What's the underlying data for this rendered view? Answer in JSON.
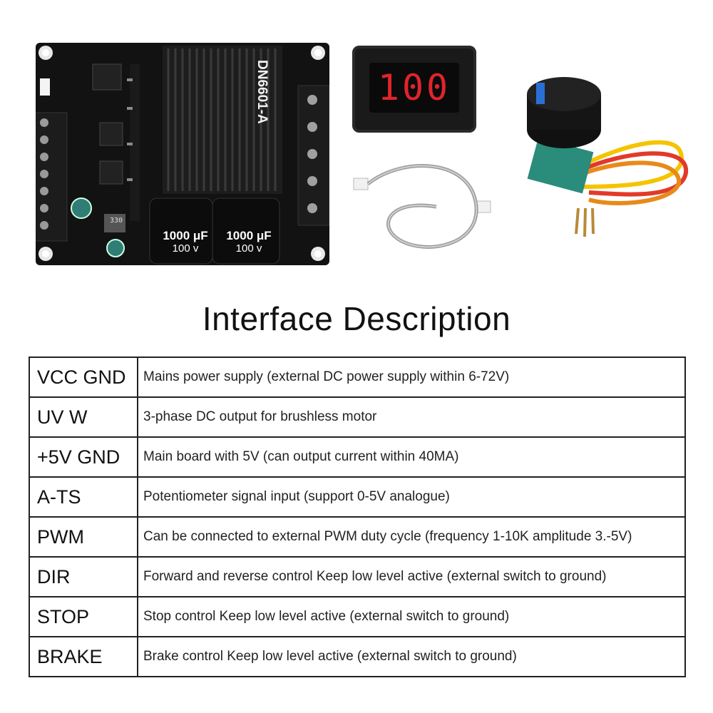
{
  "photo": {
    "board_label": "DN6601-A",
    "display_reading": "100",
    "capacitor_1_rating": "1000 μF",
    "capacitor_1_voltage": "100 v",
    "capacitor_2_rating": "1000 μF",
    "capacitor_2_voltage": "100 v",
    "inductor_label": "330"
  },
  "title": "Interface Description",
  "rows": [
    {
      "name": "VCC GND",
      "desc": "Mains power supply (external DC power supply within 6-72V)"
    },
    {
      "name": "UV W",
      "desc": "3-phase DC output for brushless motor"
    },
    {
      "name": "+5V GND",
      "desc": "Main board with 5V (can output current within 40MA)"
    },
    {
      "name": "A-TS",
      "desc": "Potentiometer signal input (support 0-5V analogue)"
    },
    {
      "name": "PWM",
      "desc": "Can be connected to external PWM duty cycle (frequency 1-10K amplitude 3.-5V)"
    },
    {
      "name": "DIR",
      "desc": "Forward and reverse control Keep low level active (external switch to ground)"
    },
    {
      "name": "STOP",
      "desc": "Stop control Keep low level active (external switch to ground)"
    },
    {
      "name": "BRAKE",
      "desc": "Brake control Keep low level active (external switch to ground)"
    }
  ]
}
